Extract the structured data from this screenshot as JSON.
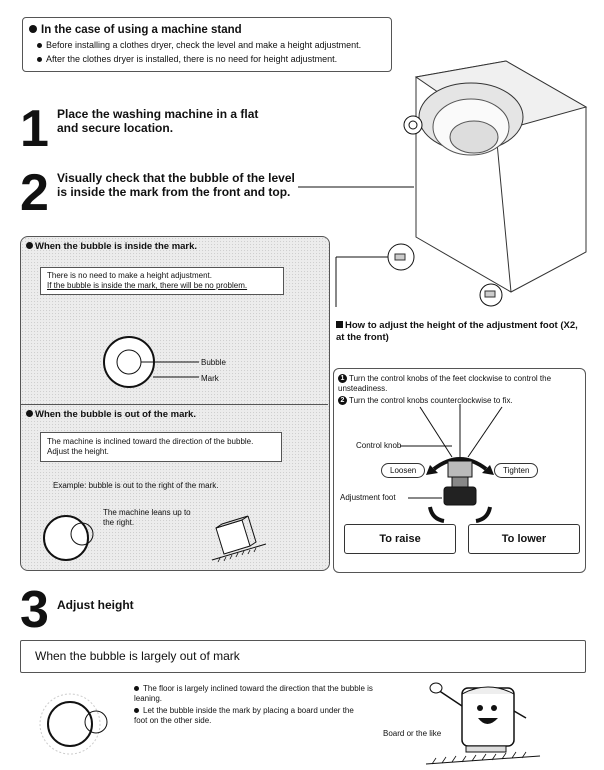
{
  "stand_note": {
    "title": "In the case of using a machine stand",
    "bullets": [
      "Before installing a clothes dryer, check the level and make a height adjustment.",
      "After the clothes dryer is installed, there is no need for height adjustment."
    ]
  },
  "steps": [
    {
      "number": "1",
      "text": "Place the washing machine in a flat and secure location."
    },
    {
      "number": "2",
      "text": "Visually check that the bubble of the level is inside the mark from the front and top."
    },
    {
      "number": "3",
      "text": "Adjust height"
    }
  ],
  "bubble_inside": {
    "header": "When the bubble is inside the mark.",
    "line1": "There is no need to make a height adjustment.",
    "line2": "If the bubble is inside the mark, there will be no problem.",
    "label_bubble": "Bubble",
    "label_mark": "Mark"
  },
  "bubble_out": {
    "header": "When the bubble is out of the mark.",
    "line1": "The machine is inclined toward the direction of the bubble.",
    "line2": "Adjust the height.",
    "example": "Example: bubble is out to the right of the mark.",
    "lean_note": "The machine leans up to the right."
  },
  "adjust_foot": {
    "title": "How to adjust the height of the adjustment foot (X2, at the front)",
    "item1_num": "1",
    "item1": "Turn the control knobs of the feet clockwise to control the unsteadiness.",
    "item2_num": "2",
    "item2": "Turn the control knobs counterclockwise to fix.",
    "label_knob": "Control knob",
    "label_loosen": "Loosen",
    "label_tighten": "Tighten",
    "label_foot": "Adjustment foot",
    "raise": "To raise",
    "lower": "To lower"
  },
  "largely_out": {
    "header": "When the bubble is largely out of mark",
    "bullet1": "The floor is largely inclined toward the direction that the bubble is leaning.",
    "bullet2": "Let the bubble inside the mark by placing a board under the foot on the other side.",
    "board_label": "Board or the like"
  }
}
